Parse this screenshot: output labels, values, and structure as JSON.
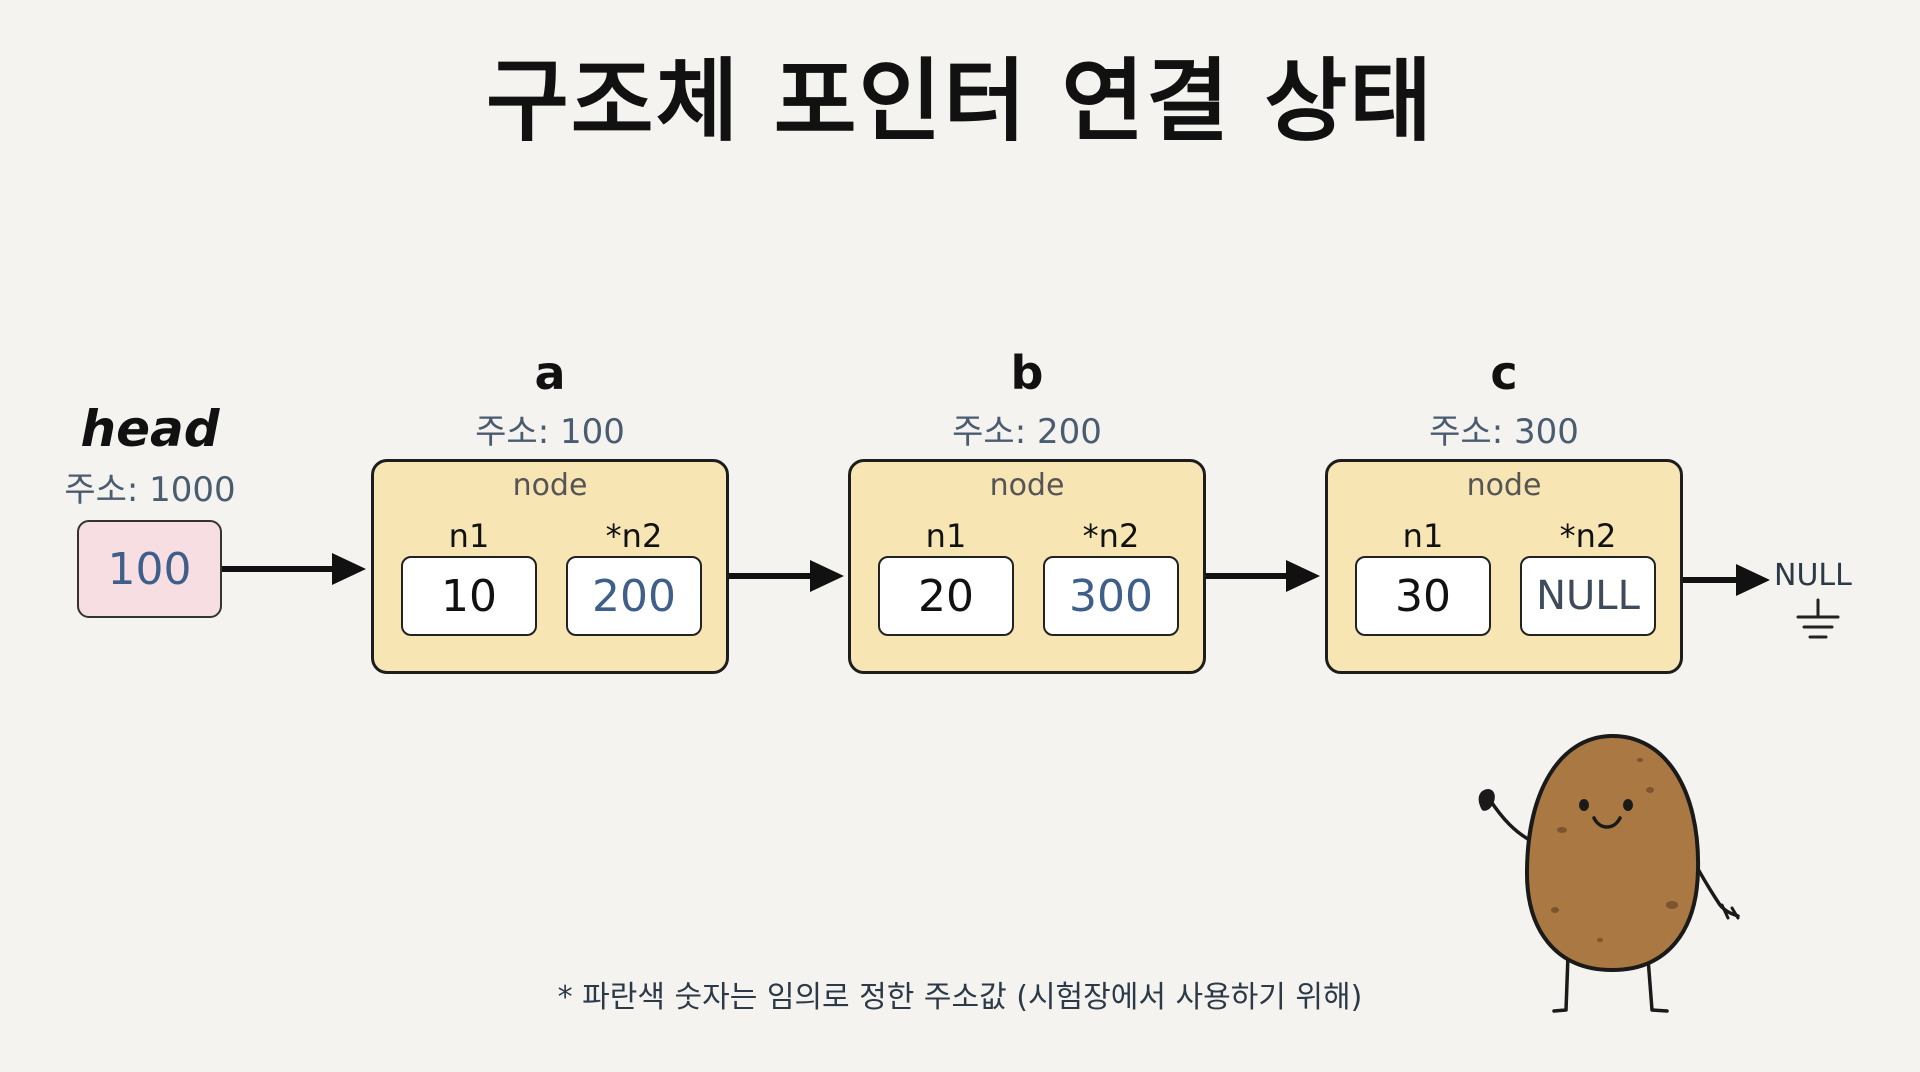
{
  "title": "구조체 포인터 연결 상태",
  "head": {
    "label": "head",
    "address": "주소: 1000",
    "value": "100"
  },
  "nodes": [
    {
      "name": "a",
      "address": "주소: 100",
      "label": "node",
      "field1_label": "n1",
      "field1_value": "10",
      "field2_label": "*n2",
      "field2_value": "200"
    },
    {
      "name": "b",
      "address": "주소: 200",
      "label": "node",
      "field1_label": "n1",
      "field1_value": "20",
      "field2_label": "*n2",
      "field2_value": "300"
    },
    {
      "name": "c",
      "address": "주소: 300",
      "label": "node",
      "field1_label": "n1",
      "field1_value": "30",
      "field2_label": "*n2",
      "field2_value": "NULL"
    }
  ],
  "null_label": "NULL",
  "footnote": "* 파란색 숫자는 임의로 정한 주소값 (시험장에서 사용하기 위해)",
  "colors": {
    "background": "#f4f3f0",
    "node_fill": "#f7e5b4",
    "head_fill": "#f6dee2",
    "address_blue": "#3f5f8a",
    "potato_body": "#a97843"
  },
  "icons": [
    "arrow-right-icon",
    "ground-icon",
    "potato-mascot-icon"
  ]
}
